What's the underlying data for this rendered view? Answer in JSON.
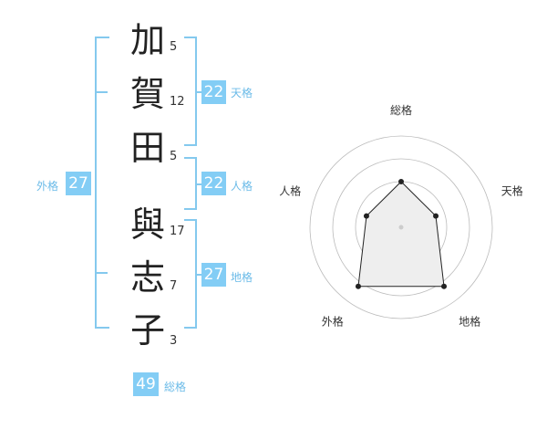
{
  "name_chars": [
    {
      "char": "加",
      "strokes": "5"
    },
    {
      "char": "賀",
      "strokes": "12"
    },
    {
      "char": "田",
      "strokes": "5"
    },
    {
      "char": "與",
      "strokes": "17"
    },
    {
      "char": "志",
      "strokes": "7"
    },
    {
      "char": "子",
      "strokes": "3"
    }
  ],
  "kaku": {
    "tenkaku": {
      "label": "天格",
      "value": "22"
    },
    "jinkaku": {
      "label": "人格",
      "value": "22"
    },
    "chikaku": {
      "label": "地格",
      "value": "27"
    },
    "gaikaku": {
      "label": "外格",
      "value": "27"
    },
    "soukaku": {
      "label": "総格",
      "value": "49"
    }
  },
  "radar": {
    "axes": [
      "総格",
      "天格",
      "地格",
      "外格",
      "人格"
    ],
    "values": [
      0.5,
      0.4,
      0.8,
      0.8,
      0.4
    ],
    "colors": {
      "line": "#222222",
      "fill": "#eeeeee",
      "ring": "#bbbbbb",
      "center": "#cccccc"
    }
  }
}
